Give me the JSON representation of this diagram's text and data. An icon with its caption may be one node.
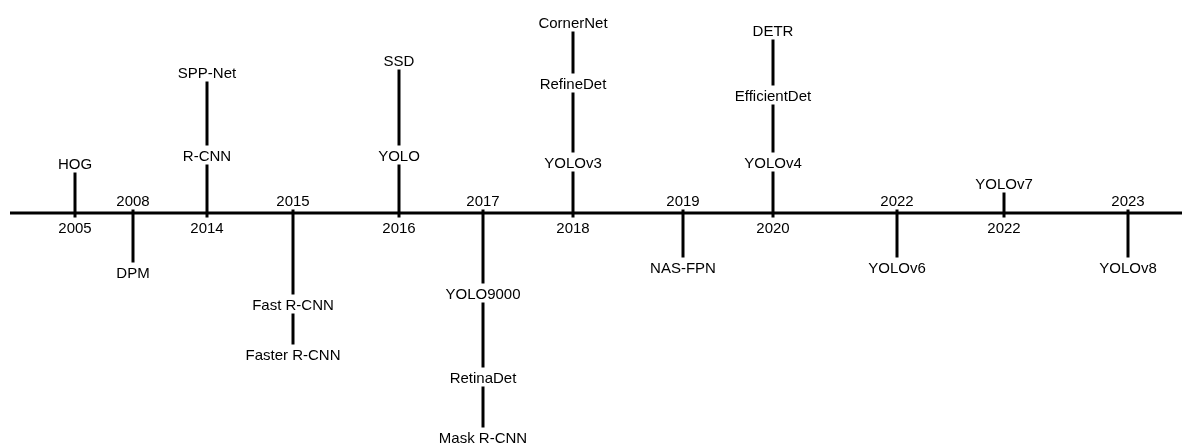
{
  "diagram": {
    "nodes": [
      {
        "text": [
          "HOG"
        ]
      },
      {
        "text": [
          "DPM"
        ]
      },
      {
        "text": [
          "SPP-Net"
        ]
      },
      {
        "text": [
          "R-CNN"
        ]
      },
      {
        "text": [
          "Fast R-CNN"
        ]
      },
      {
        "text": [
          "Faster R-CNN"
        ]
      },
      {
        "text": [
          "SSD"
        ]
      },
      {
        "text": [
          "YOLO"
        ]
      },
      {
        "text": [
          "YOLO9000"
        ]
      },
      {
        "text": [
          "RetinaDet"
        ]
      },
      {
        "text": [
          "Mask R-CNN"
        ]
      },
      {
        "text": [
          "CornerNet"
        ]
      },
      {
        "text": [
          "RefineDet"
        ]
      },
      {
        "text": [
          "YOLOv3"
        ]
      },
      {
        "text": [
          "NAS-FPN"
        ]
      },
      {
        "text": [
          "DETR"
        ]
      },
      {
        "text": [
          "EfficientDet"
        ]
      },
      {
        "text": [
          "YOLOv4"
        ]
      },
      {
        "text": [
          "YOLOv6"
        ]
      },
      {
        "text": [
          "YOLOv7"
        ]
      },
      {
        "text": [
          "YOLOv8"
        ]
      },
      {
        "text": [
          "2005"
        ]
      },
      {
        "text": [
          "2008"
        ]
      },
      {
        "text": [
          "2014"
        ]
      },
      {
        "text": [
          "2015"
        ]
      },
      {
        "text": [
          "2016"
        ]
      },
      {
        "text": [
          "2017"
        ]
      },
      {
        "text": [
          "2018"
        ]
      },
      {
        "text": [
          "2019"
        ]
      },
      {
        "text": [
          "2020"
        ]
      },
      {
        "text": [
          "2022"
        ]
      },
      {
        "text": [
          "2022"
        ]
      },
      {
        "text": [
          "2023"
        ]
      }
    ],
    "edges": [
      {
        "from": 21,
        "to": 0,
        "arrow": "none"
      },
      {
        "from": 22,
        "to": 1,
        "arrow": "none"
      },
      {
        "from": 23,
        "to": 3,
        "arrow": "none"
      },
      {
        "from": 3,
        "to": 2,
        "arrow": "none"
      },
      {
        "from": 24,
        "to": 4,
        "arrow": "none"
      },
      {
        "from": 4,
        "to": 5,
        "arrow": "none"
      },
      {
        "from": 25,
        "to": 7,
        "arrow": "none"
      },
      {
        "from": 7,
        "to": 6,
        "arrow": "none"
      },
      {
        "from": 26,
        "to": 8,
        "arrow": "none"
      },
      {
        "from": 8,
        "to": 9,
        "arrow": "none"
      },
      {
        "from": 9,
        "to": 10,
        "arrow": "none"
      },
      {
        "from": 27,
        "to": 13,
        "arrow": "none"
      },
      {
        "from": 13,
        "to": 12,
        "arrow": "none"
      },
      {
        "from": 12,
        "to": 11,
        "arrow": "none"
      },
      {
        "from": 28,
        "to": 14,
        "arrow": "none"
      },
      {
        "from": 29,
        "to": 17,
        "arrow": "none"
      },
      {
        "from": 17,
        "to": 16,
        "arrow": "none"
      },
      {
        "from": 16,
        "to": 15,
        "arrow": "none"
      },
      {
        "from": 30,
        "to": 18,
        "arrow": "none"
      },
      {
        "from": 31,
        "to": 19,
        "arrow": "none"
      },
      {
        "from": 32,
        "to": 20,
        "arrow": "none"
      }
    ]
  }
}
